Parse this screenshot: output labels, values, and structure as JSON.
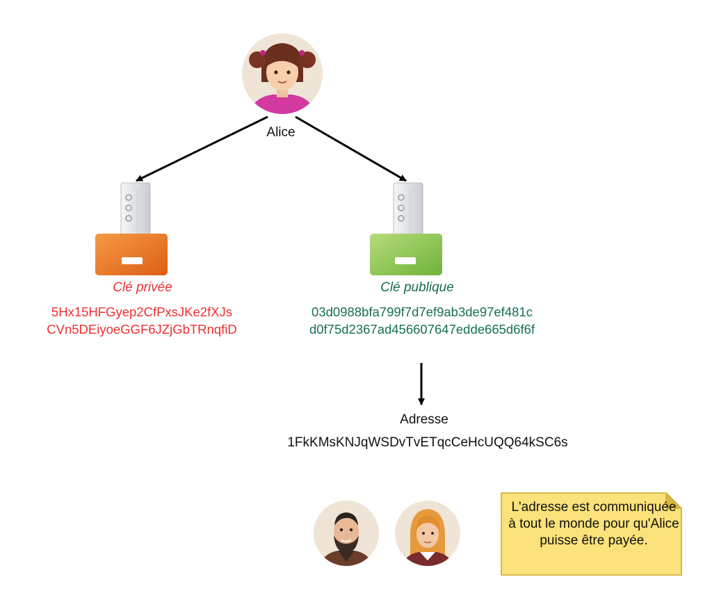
{
  "alice": {
    "name": "Alice"
  },
  "private_key": {
    "label": "Clé privée",
    "lines": [
      "5Hx15HFGyep2CfPxsJKe2fXJs",
      "CVn5DEiyoeGGF6JZjGbTRnqfiD"
    ],
    "color": "#ef2f2f"
  },
  "public_key": {
    "label": "Clé publique",
    "lines": [
      "03d0988bfa799f7d7ef9ab3de97ef481c",
      "d0f75d2367ad456607647edde665d6f6f"
    ],
    "color": "#17704f"
  },
  "address": {
    "label": "Adresse",
    "value": "1FkKMsKNJqWSDvTvETqcCeHcUQQ64kSC6s"
  },
  "note": {
    "text": "L'adresse est communiquée à tout le monde pour qu'Alice puisse être payée.",
    "color": "#fbe27a"
  },
  "icons": [
    "alice-avatar-icon",
    "key-icon",
    "man-avatar-icon",
    "woman-avatar-icon"
  ]
}
